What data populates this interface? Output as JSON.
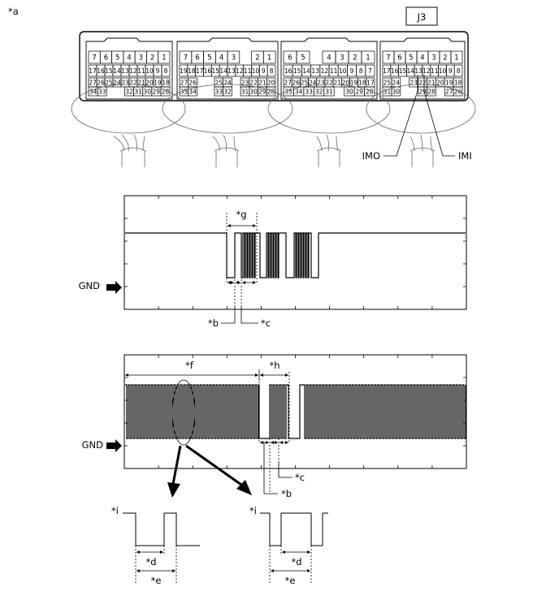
{
  "labels": {
    "a": "*a",
    "connector_id": "J3",
    "imo": "IMO",
    "imi": "IMI",
    "gnd_top": "GND",
    "gnd_mid": "GND",
    "b_top": "*b",
    "c_top": "*c",
    "g": "*g",
    "f": "*f",
    "h": "*h",
    "c_mid": "*c",
    "b_mid": "*b",
    "i_left": "*i",
    "i_right": "*i",
    "d_left": "*d",
    "e_left": "*e",
    "d_right": "*d",
    "e_right": "*e"
  },
  "connector_blocks": [
    {
      "rows": [
        [
          "7",
          "6",
          "5",
          "4",
          "3",
          "2",
          "1"
        ],
        [
          "17",
          "16",
          "15",
          "14",
          "13",
          "12",
          "11",
          "10",
          "9",
          "8"
        ],
        [
          "27",
          "26",
          "25",
          "24",
          "23",
          "22",
          "21",
          "20",
          "19",
          "18"
        ],
        [
          "34",
          "33",
          "",
          "",
          "32",
          "31",
          "30",
          "29",
          "28"
        ]
      ]
    },
    {
      "rows": [
        [
          "7",
          "6",
          "5",
          "4",
          "3",
          "",
          "2",
          "1"
        ],
        [
          "19",
          "18",
          "17",
          "16",
          "15",
          "14",
          "13",
          "12",
          "11",
          "10",
          "9",
          "8"
        ],
        [
          "27",
          "26",
          "",
          "",
          "25",
          "24",
          "",
          "23",
          "22",
          "21",
          "20"
        ],
        [
          "35",
          "34",
          "",
          "",
          "33",
          "32",
          "",
          "31",
          "30",
          "29",
          "28"
        ]
      ]
    },
    {
      "rows": [
        [
          "6",
          "5",
          "",
          "4",
          "3",
          "2",
          "1"
        ],
        [
          "16",
          "15",
          "14",
          "13",
          "12",
          "11",
          "10",
          "9",
          "8",
          "7"
        ],
        [
          "27",
          "26",
          "25",
          "24",
          "23",
          "22",
          "21",
          "20",
          "19",
          "18",
          "17"
        ],
        [
          "35",
          "34",
          "33",
          "32",
          "31",
          "",
          "30",
          "29",
          "28"
        ]
      ]
    },
    {
      "rows": [
        [
          "7",
          "6",
          "5",
          "4",
          "3",
          "2",
          "1"
        ],
        [
          "17",
          "16",
          "15",
          "14",
          "13",
          "12",
          "11",
          "10",
          "9",
          "8"
        ],
        [
          "25",
          "24",
          "",
          "23",
          "22",
          "21",
          "20",
          "19",
          "18"
        ],
        [
          "31",
          "30",
          "",
          "",
          "29",
          "28",
          "",
          "27",
          "26"
        ]
      ]
    }
  ]
}
